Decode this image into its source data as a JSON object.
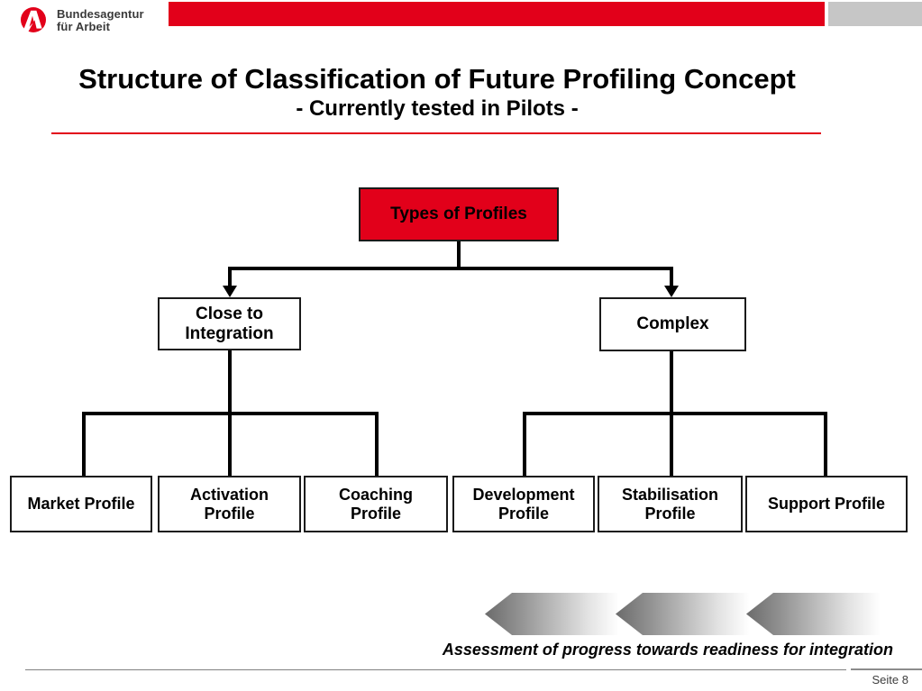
{
  "colors": {
    "brand_red": "#E2001A",
    "header_gray_block": "#C6C6C6",
    "footer_line_gray": "#808080",
    "arrow_gradient_dark": "#6B6B6B"
  },
  "header": {
    "logo_icon": "bundesagentur-a-icon",
    "logo_line1": "Bundesagentur",
    "logo_line2": "für Arbeit"
  },
  "title": {
    "main": "Structure of Classification of Future Profiling Concept",
    "subtitle": "- Currently tested in Pilots -"
  },
  "diagram": {
    "root": {
      "label": "Types of Profiles"
    },
    "level2": [
      {
        "label": "Close to\nIntegration"
      },
      {
        "label": "Complex"
      }
    ],
    "leaves": [
      {
        "label": "Market Profile"
      },
      {
        "label": "Activation\nProfile"
      },
      {
        "label": "Coaching\nProfile"
      },
      {
        "label": "Development\nProfile"
      },
      {
        "label": "Stabilisation\nProfile"
      },
      {
        "label": "Support Profile"
      }
    ]
  },
  "assessment": {
    "caption": "Assessment of progress towards readiness for integration",
    "arrow_count": 3,
    "arrow_direction": "left"
  },
  "footer": {
    "page_label": "Seite 8"
  }
}
